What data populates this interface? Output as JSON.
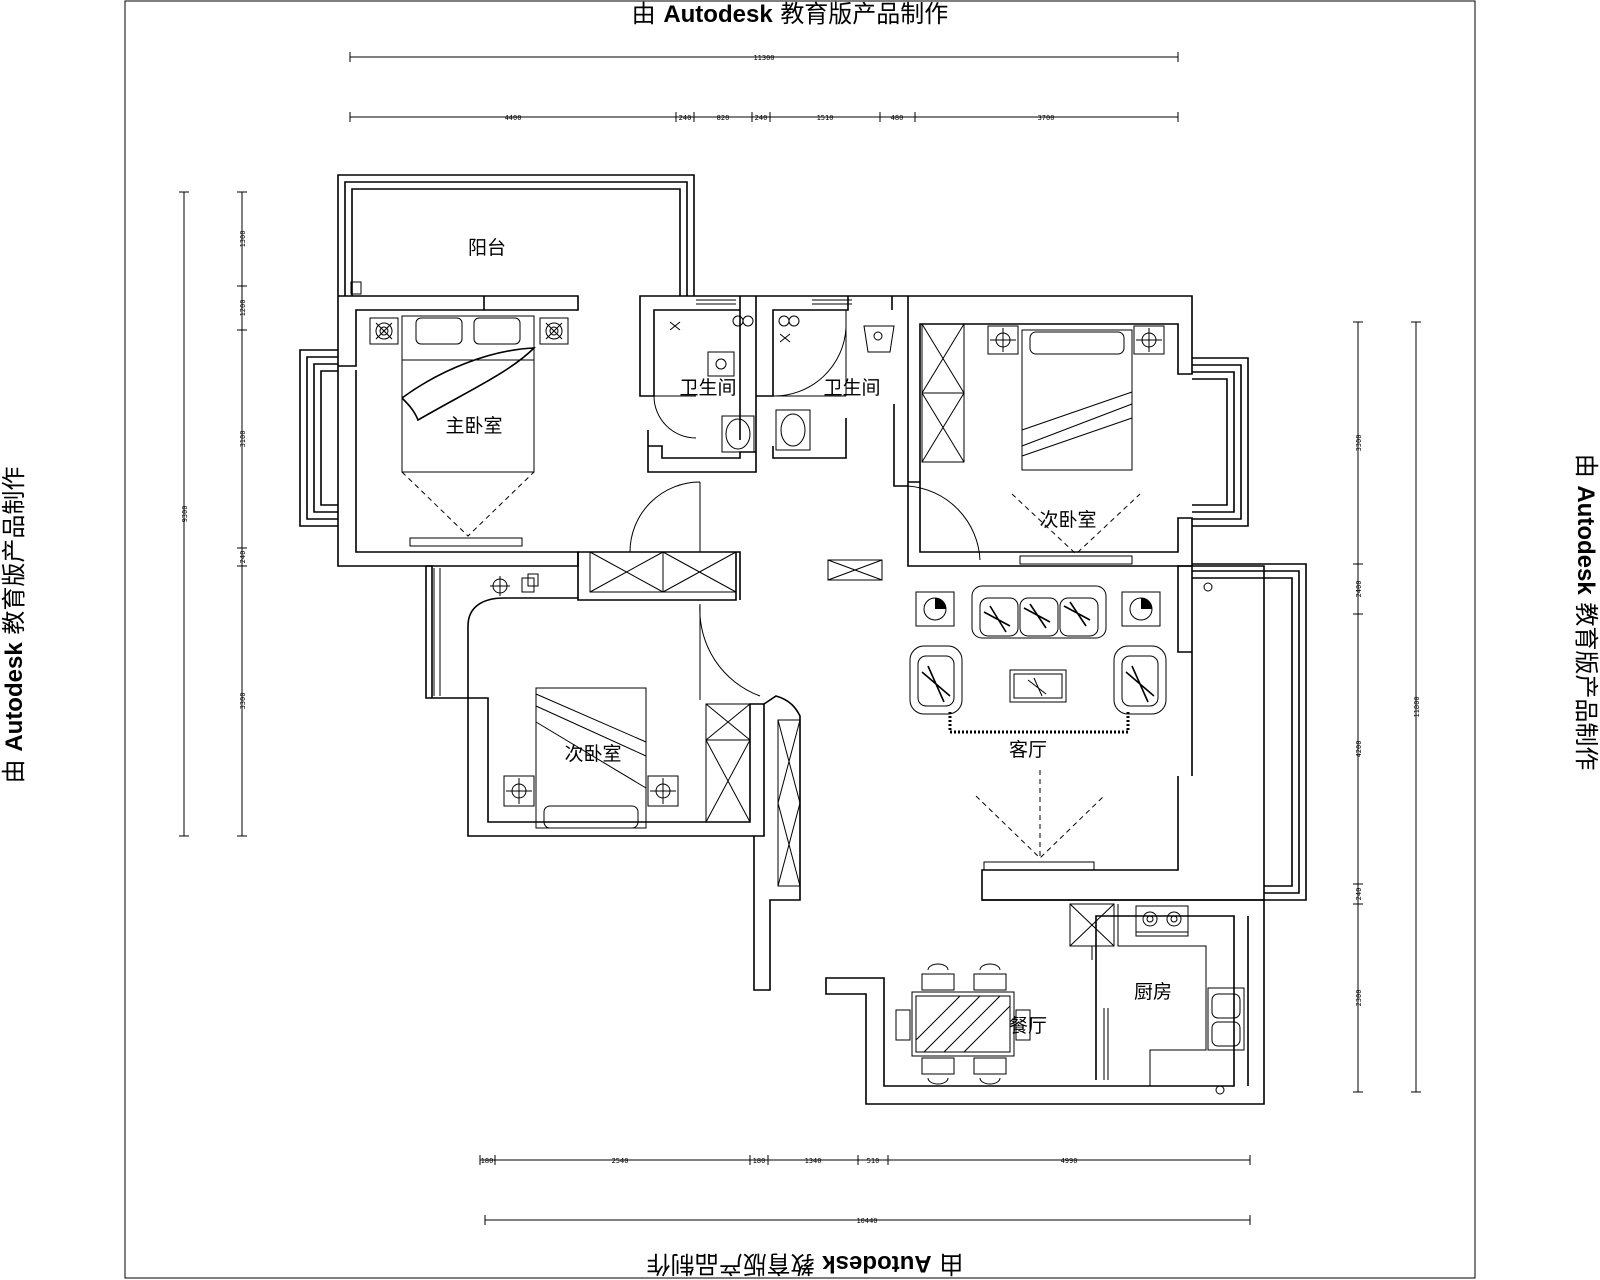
{
  "watermark": {
    "prefix": "由",
    "brand": "Autodesk",
    "suffix": "教育版产品制作"
  },
  "rooms": {
    "balcony": "阳台",
    "master_bedroom": "主卧室",
    "bathroom_1": "卫生间",
    "bathroom_2": "卫生间",
    "second_bedroom_right": "次卧室",
    "second_bedroom_left": "次卧室",
    "living_room": "客厅",
    "kitchen": "厨房",
    "dining_room": "餐厅"
  },
  "dimensions": {
    "top_total": "11300",
    "top_segments": [
      "4400",
      "240",
      "820",
      "240",
      "1510",
      "480",
      "3700"
    ],
    "bottom_segments": [
      "180",
      "2540",
      "180",
      "1340",
      "510",
      "4990"
    ],
    "bottom_total": "10440",
    "left_outer_total": "9300",
    "left_segments": [
      "1300",
      "1200",
      "3100",
      "240",
      "3300"
    ],
    "right_segments": [
      "3300",
      "2400",
      "4200",
      "240",
      "2300"
    ],
    "right_outer_total": "11800"
  }
}
